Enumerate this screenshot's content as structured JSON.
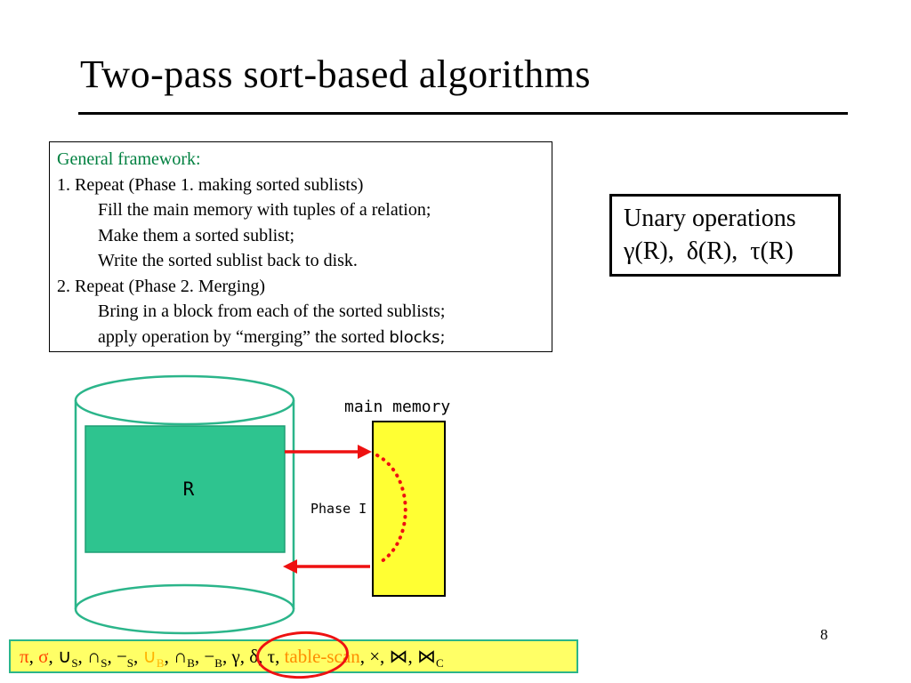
{
  "slide": {
    "title": "Two-pass sort-based algorithms",
    "page_number": "8"
  },
  "framework": {
    "lines": [
      {
        "text": "General framework:"
      },
      {
        "text": "1. Repeat (Phase 1. making sorted sublists)"
      },
      {
        "text": "Fill the main memory with tuples of a relation;"
      },
      {
        "text": "Make them a sorted sublist;"
      },
      {
        "text": "Write the sorted sublist back to disk."
      },
      {
        "text": "2. Repeat (Phase 2. Merging)"
      },
      {
        "text": "Bring in a block from each of the sorted sublists;"
      },
      {
        "text": "apply operation by “merging” the sorted ",
        "tail": "blocks;"
      }
    ]
  },
  "unary_box": {
    "line1": "Unary operations",
    "line2": "γ(R),  δ(R),  τ(R)"
  },
  "diagram": {
    "relation_label": "R",
    "main_memory_label": "main memory",
    "phase_label": "Phase I"
  },
  "operators_bar": {
    "items": [
      {
        "name": "pi",
        "text": "π",
        "sub": "",
        "color": "#ff4500"
      },
      {
        "name": "sigma",
        "text": "σ",
        "sub": "",
        "color": "#ff4500"
      },
      {
        "name": "union-s",
        "text": "∪",
        "sub": "S",
        "color": "#000000"
      },
      {
        "name": "intersect-s",
        "text": "∩",
        "sub": "S",
        "color": "#000000"
      },
      {
        "name": "minus-s",
        "text": "−",
        "sub": "S",
        "color": "#000000"
      },
      {
        "name": "union-b",
        "text": "∪",
        "sub": "B",
        "color": "#ffb300"
      },
      {
        "name": "intersect-b",
        "text": "∩",
        "sub": "B",
        "color": "#000000"
      },
      {
        "name": "minus-b",
        "text": "−",
        "sub": "B",
        "color": "#000000"
      },
      {
        "name": "gamma",
        "text": "γ",
        "sub": "",
        "color": "#000000"
      },
      {
        "name": "delta",
        "text": "δ",
        "sub": "",
        "color": "#000000"
      },
      {
        "name": "tau",
        "text": "τ",
        "sub": "",
        "color": "#000000"
      },
      {
        "name": "table-scan",
        "text": "table-scan",
        "sub": "",
        "color": "#ff8c00"
      },
      {
        "name": "cross",
        "text": "×",
        "sub": "",
        "color": "#000000"
      },
      {
        "name": "join",
        "text": "⋈",
        "sub": "",
        "color": "#000000"
      },
      {
        "name": "join-c",
        "text": "⋈",
        "sub": "C",
        "color": "#000000"
      }
    ]
  },
  "colors": {
    "cylinder_stroke": "#2bb58a",
    "relation_fill": "#2ec48f",
    "relation_stroke": "#1e9e74",
    "memory_fill": "#ffff33",
    "arrow_red": "#ee1111",
    "bar_bg": "#ffff66",
    "bar_border": "#2bb58a",
    "framework_heading_green": "#008040"
  }
}
